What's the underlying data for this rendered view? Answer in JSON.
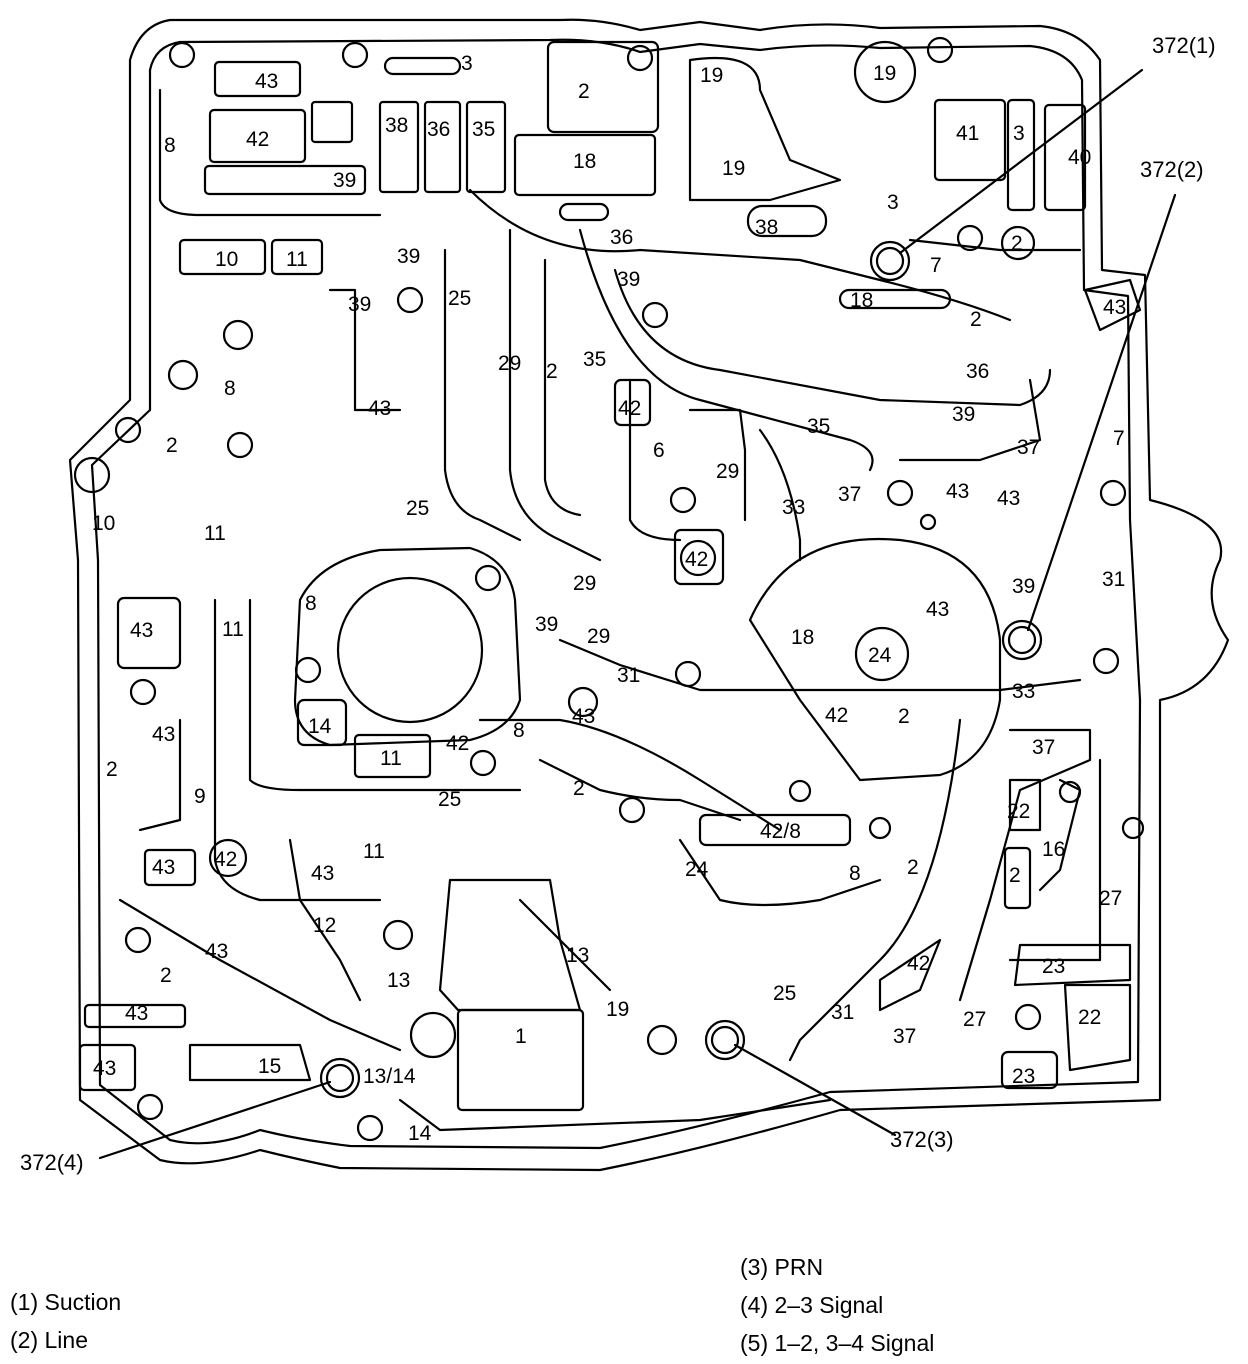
{
  "callouts": {
    "c1": "372(1)",
    "c2": "372(2)",
    "c3": "372(3)",
    "c4": "372(4)"
  },
  "legend": {
    "item1": "(1)  Suction",
    "item2": "(2)  Line",
    "item3": "(3)  PRN",
    "item4": "(4)  2–3 Signal",
    "item5": "(5)  1–2, 3–4 Signal"
  },
  "labels": {
    "l_3a": "3",
    "l_2a": "2",
    "l_19a": "19",
    "l_19b": "19",
    "l_43a": "43",
    "l_8a": "8",
    "l_42a": "42",
    "l_38a": "38",
    "l_36a": "36",
    "l_35a": "35",
    "l_18a": "18",
    "l_39a": "39",
    "l_19c": "19",
    "l_41": "41",
    "l_3b": "3",
    "l_40": "40",
    "l_3c": "3",
    "l_38b": "38",
    "l_36b": "36",
    "l_2b": "2",
    "l_7a": "7",
    "l_10a": "10",
    "l_11a": "11",
    "l_39b": "39",
    "l_39c": "39",
    "l_25a": "25",
    "l_39d": "39",
    "l_18b": "18",
    "l_2c": "2",
    "l_43b": "43",
    "l_29a": "29",
    "l_2d": "2",
    "l_35b": "35",
    "l_36c": "36",
    "l_8b": "8",
    "l_43c": "43",
    "l_42b": "42",
    "l_39e": "39",
    "l_35c": "35",
    "l_7b": "7",
    "l_2e": "2",
    "l_37a": "37",
    "l_6": "6",
    "l_29b": "29",
    "l_10b": "10",
    "l_11b": "11",
    "l_25b": "25",
    "l_33a": "33",
    "l_37b": "37",
    "l_43d": "43",
    "l_43e": "43",
    "l_42c": "42",
    "l_29c": "29",
    "l_39f": "39",
    "l_31a": "31",
    "l_43f": "43",
    "l_8c": "8",
    "l_11c": "11",
    "l_39g": "39",
    "l_29d": "29",
    "l_18c": "18",
    "l_24a": "24",
    "l_43g": "43",
    "l_33b": "33",
    "l_31b": "31",
    "l_43h": "43",
    "l_14a": "14",
    "l_43i": "43",
    "l_42d": "42",
    "l_2f": "2",
    "l_37c": "37",
    "l_2g": "2",
    "l_11d": "11",
    "l_42e": "42",
    "l_8d": "8",
    "l_25c": "25",
    "l_9": "9",
    "l_2h": "2",
    "l_22a": "22",
    "l_42f": "42",
    "l_16": "16",
    "l_42_8": "42/8",
    "l_43j": "43",
    "l_42g": "42",
    "l_43k": "43",
    "l_11e": "11",
    "l_24b": "24",
    "l_8e": "8",
    "l_2i": "2",
    "l_2j": "2",
    "l_27a": "27",
    "l_12": "12",
    "l_43l": "43",
    "l_13a": "13",
    "l_2k": "2",
    "l_13b": "13",
    "l_23a": "23",
    "l_42h": "42",
    "l_43m": "43",
    "l_19d": "19",
    "l_25d": "25",
    "l_1": "1",
    "l_31c": "31",
    "l_27b": "27",
    "l_22b": "22",
    "l_37d": "37",
    "l_43n": "43",
    "l_15": "15",
    "l_13_14": "13/14",
    "l_23b": "23",
    "l_14b": "14"
  }
}
